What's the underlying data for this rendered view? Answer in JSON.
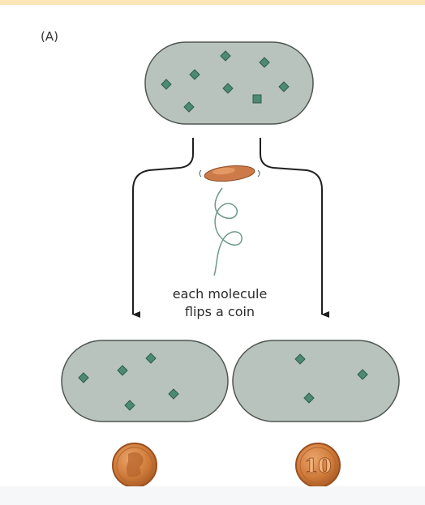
{
  "figure": {
    "panel_label": "(A)",
    "caption_line1": "each molecule",
    "caption_line2": "flips a coin"
  },
  "colors": {
    "cell_fill": "#b9c3bd",
    "cell_stroke": "#4f5651",
    "molecule": "#4c8a72",
    "molecule_stroke": "#2f5e4c",
    "arrow": "#1f1f1f",
    "coin_fill": "#cf7b3a",
    "coin_rim": "#9b4f1f",
    "coin_highlight": "#e9a46a",
    "dna_strand": "#6c9988",
    "vesicle": "#cc7a49"
  },
  "icons": {
    "left_coin": "coin-heads-portrait-icon",
    "right_coin": "coin-tails-ten-icon",
    "division": "dividing-particle-icon"
  },
  "coins": {
    "right_value": "10"
  },
  "molecule_counts": {
    "parent": 8,
    "left_daughter": 5,
    "right_daughter": 3
  }
}
